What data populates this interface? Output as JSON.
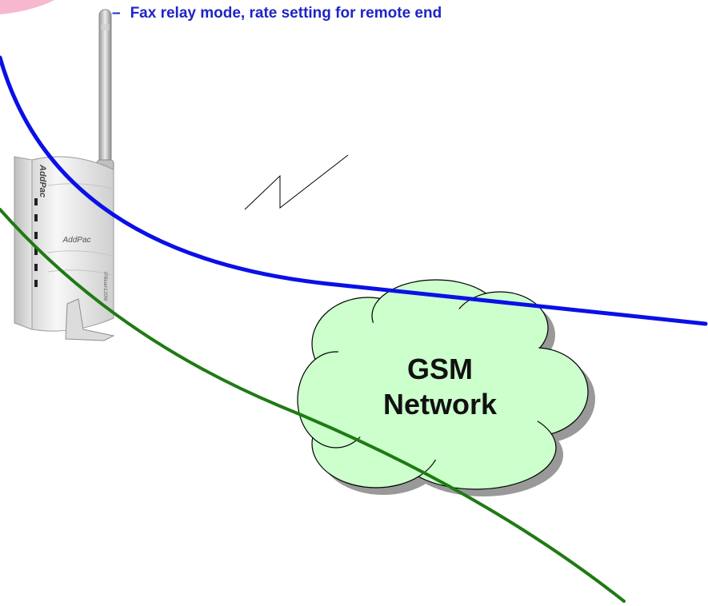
{
  "slide": {
    "bullet_marker": "–",
    "bullet_text": "Fax relay mode, rate setting for remote end"
  },
  "device": {
    "brand_side": "AddPac",
    "brand_front": "AddPac",
    "model": "iPBeam120W",
    "antenna": "antenna-icon"
  },
  "wireless_link": {
    "symbol": "lightning-link-icon"
  },
  "cloud": {
    "line1": "GSM",
    "line2": "Network",
    "fill": "#ccffcc",
    "shadow": "#999999",
    "stroke": "#000000"
  },
  "colors": {
    "bullet_text": "#1f24c8",
    "curve_blue": "#0a10e6",
    "curve_green": "#1f7a14",
    "corner_accent": "#f6b7cf"
  }
}
